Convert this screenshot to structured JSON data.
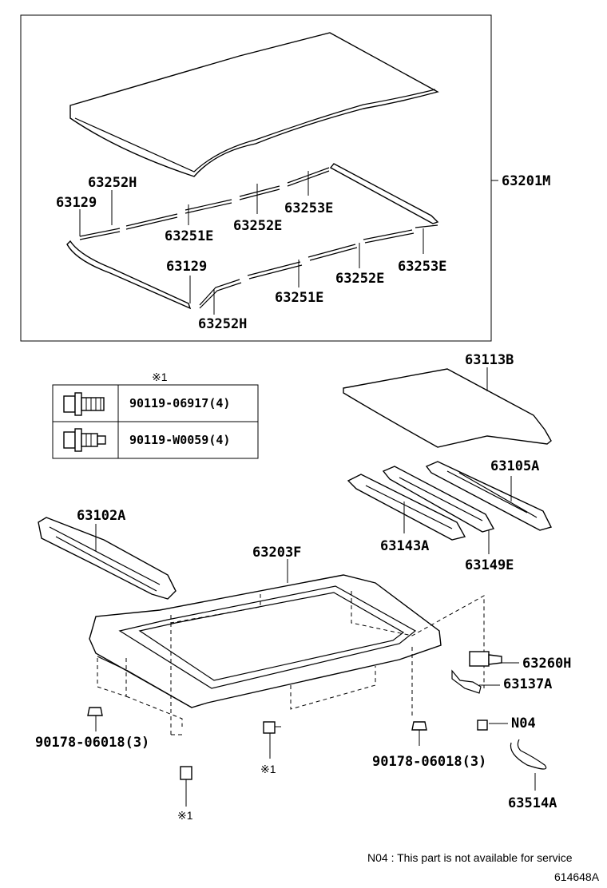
{
  "labels": {
    "top_panel_assembly": "63201M",
    "strip_h_top": "63252H",
    "clip_top": "63129",
    "strip_e_top_right": "63253E",
    "strip_e_top_mid": "63252E",
    "strip_e_top_left": "63251E",
    "clip_bottom": "63129",
    "strip_e_bottom_right": "63253E",
    "strip_e_bottom_mid": "63252E",
    "strip_e_bottom_left": "63251E",
    "strip_h_bottom": "63252H",
    "roof_panel": "63113B",
    "rear_reinforcement": "63105A",
    "front_reinforcement": "63102A",
    "center_reinf_a": "63143A",
    "center_reinf_e": "63149E",
    "housing": "63203F",
    "drain_hose": "63260H",
    "bracket": "63137A",
    "n04": "N04",
    "clip_wire": "63514A",
    "nut_left": "90178-06018(3)",
    "nut_right": "90178-06018(3)",
    "bolt_ref_1": "※1",
    "bolt_ref_2": "※1"
  },
  "fastener_table": {
    "header": "※1",
    "rows": [
      {
        "part": "90119-06917(4)",
        "icon": "flange-bolt-icon"
      },
      {
        "part": "90119-W0059(4)",
        "icon": "stud-bolt-icon"
      }
    ]
  },
  "note": "N04 : This part is not available for service",
  "figure_id": "614648A"
}
